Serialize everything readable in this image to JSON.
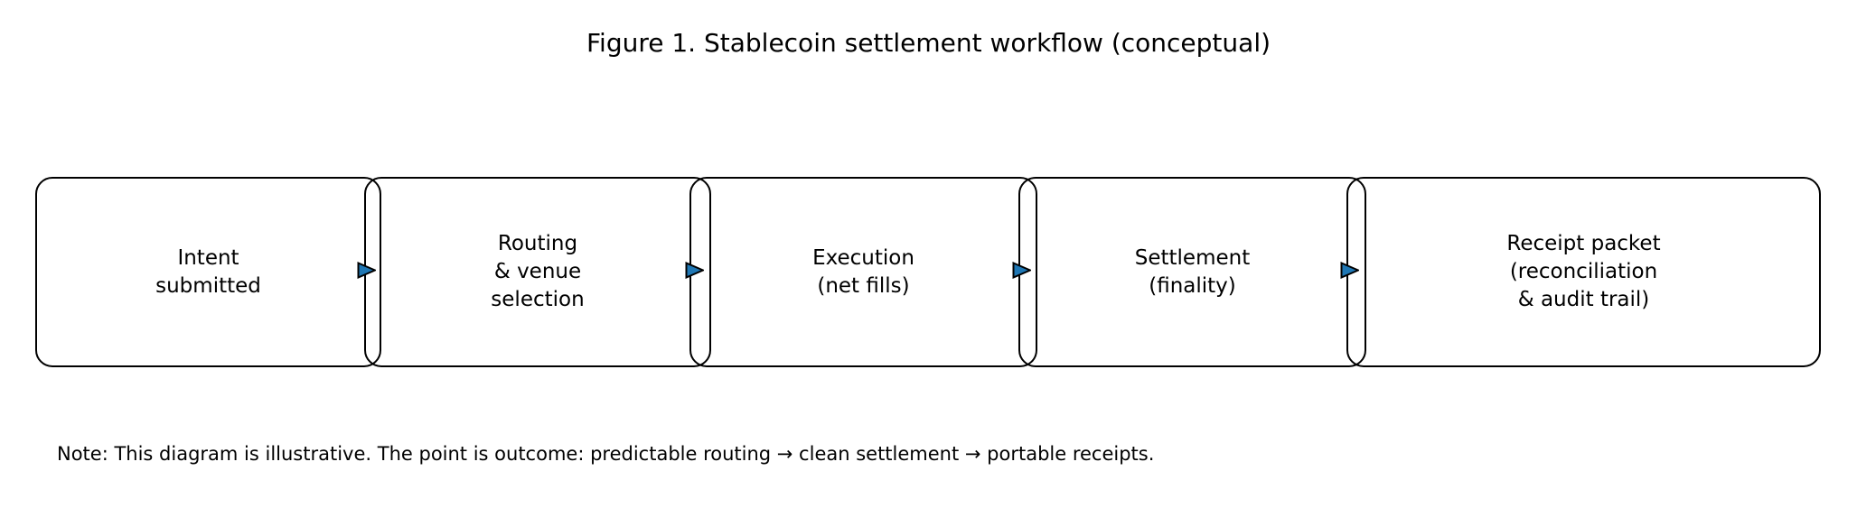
{
  "figure": {
    "title": "Figure 1. Stablecoin settlement workflow (conceptual)",
    "note": "Note: This diagram is illustrative. The point is outcome: predictable routing → clean settlement → portable receipts."
  },
  "flow": {
    "type": "flowchart",
    "direction": "left-to-right",
    "nodes": [
      {
        "id": "intent",
        "label": "Intent\nsubmitted"
      },
      {
        "id": "routing",
        "label": "Routing\n& venue\nselection"
      },
      {
        "id": "execution",
        "label": "Execution\n(net fills)"
      },
      {
        "id": "settlement",
        "label": "Settlement\n(finality)"
      },
      {
        "id": "receipt",
        "label": "Receipt packet\n(reconciliation\n& audit trail)"
      }
    ],
    "edges": [
      {
        "from": "intent",
        "to": "routing"
      },
      {
        "from": "routing",
        "to": "execution"
      },
      {
        "from": "execution",
        "to": "settlement"
      },
      {
        "from": "settlement",
        "to": "receipt"
      }
    ],
    "colors": {
      "arrow_fill": "#1f77b4",
      "arrow_stroke": "#000000",
      "box_border": "#000000",
      "background": "#ffffff",
      "text": "#000000"
    }
  }
}
